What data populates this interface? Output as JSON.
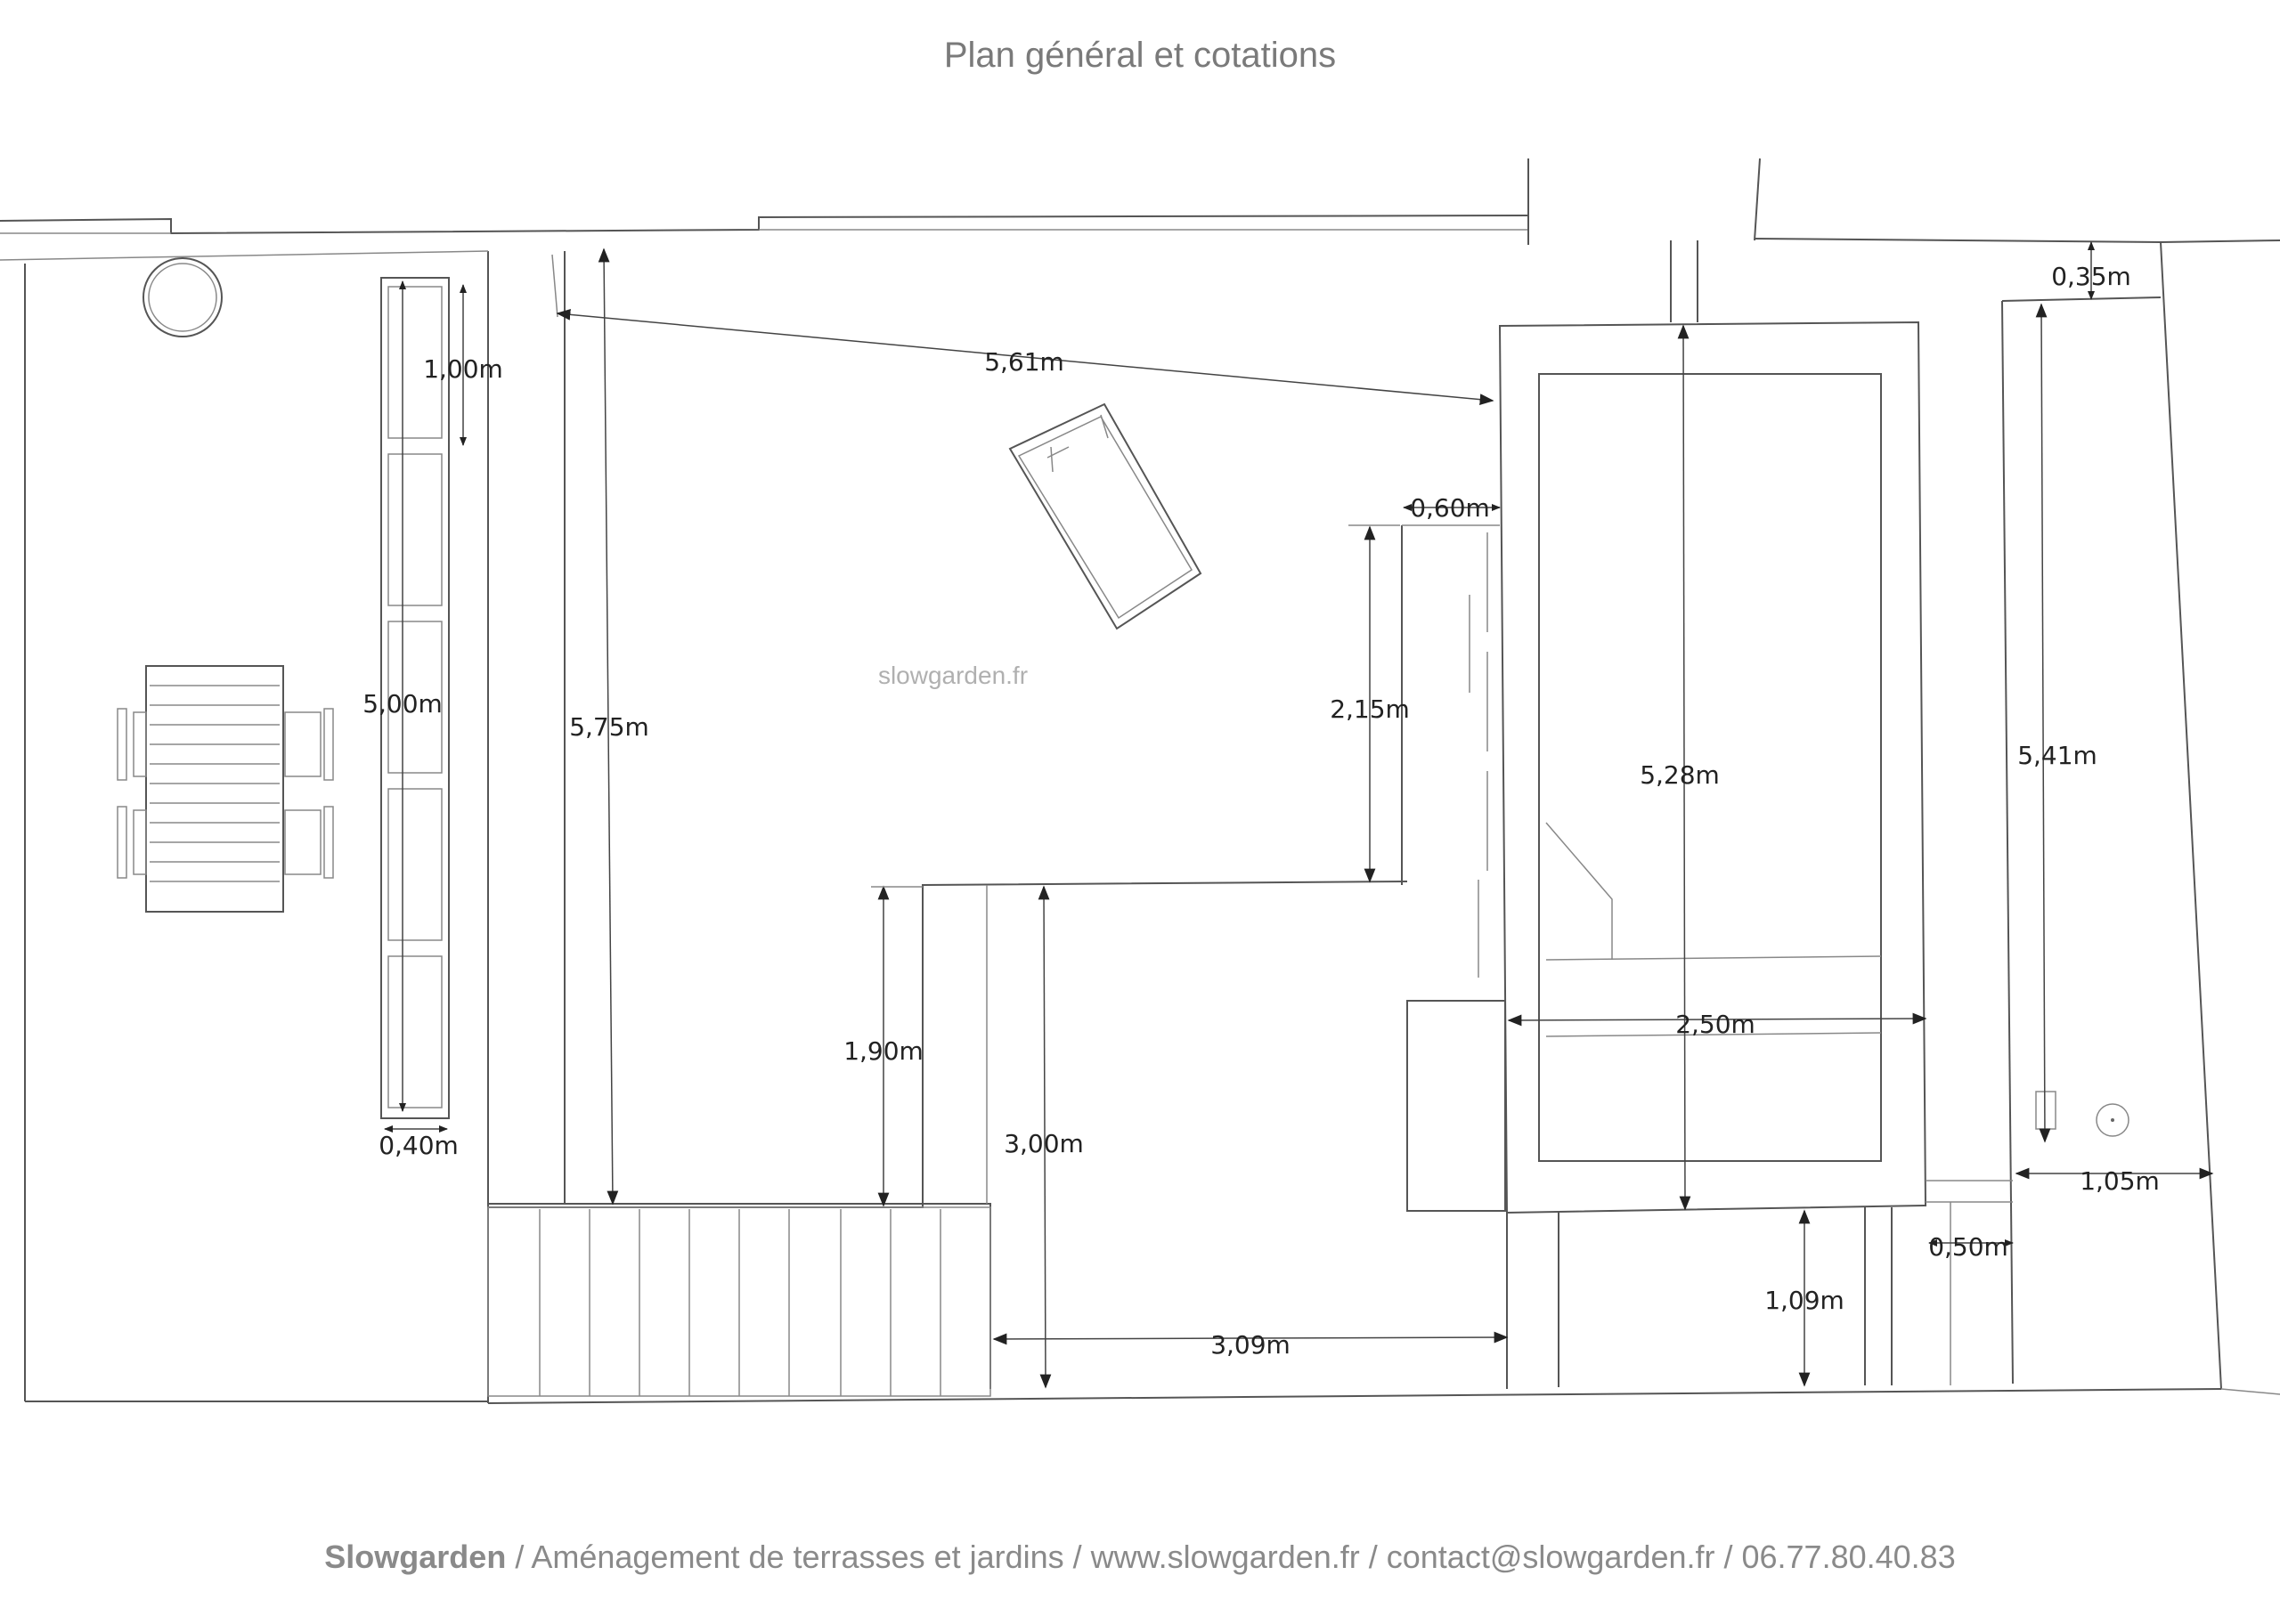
{
  "title": "Plan général et cotations",
  "watermark": "slowgarden.fr",
  "footer": {
    "brand": "Slowgarden",
    "rest": " / Aménagement de terrasses et jardins / www.slowgarden.fr / contact@slowgarden.fr / 06.77.80.40.83"
  },
  "dimensions": {
    "d100": "1,00m",
    "d500": "5,00m",
    "d040": "0,40m",
    "d575": "5,75m",
    "d561": "5,61m",
    "d060": "0,60m",
    "d215": "2,15m",
    "d190": "1,90m",
    "d300": "3,00m",
    "d309": "3,09m",
    "d528": "5,28m",
    "d250": "2,50m",
    "d109": "1,09m",
    "d035": "0,35m",
    "d541": "5,41m",
    "d105": "1,05m",
    "d050": "0,50m"
  }
}
